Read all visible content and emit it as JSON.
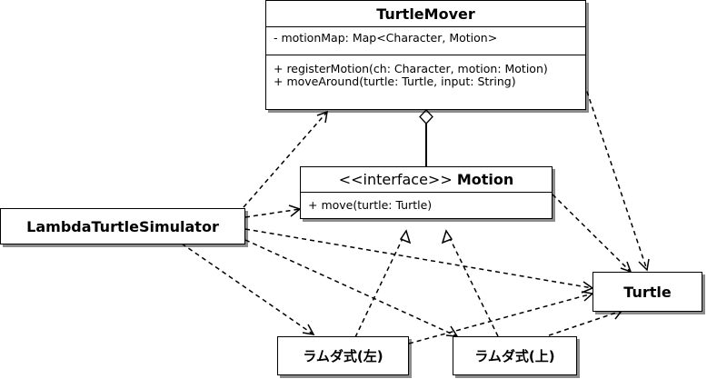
{
  "classes": {
    "turtle_mover": {
      "name": "TurtleMover",
      "attributes": [
        "- motionMap: Map<Character, Motion>"
      ],
      "operations": [
        "+ registerMotion(ch: Character, motion: Motion)",
        "+ moveAround(turtle: Turtle, input: String)"
      ]
    },
    "motion": {
      "stereotype": "<<interface>>",
      "name": "Motion",
      "operations": [
        "+ move(turtle: Turtle)"
      ]
    },
    "simulator": {
      "name": "LambdaTurtleSimulator"
    },
    "turtle": {
      "name": "Turtle"
    },
    "lambda_left": {
      "name": "ラムダ式(左)"
    },
    "lambda_up": {
      "name": "ラムダ式(上)"
    }
  }
}
